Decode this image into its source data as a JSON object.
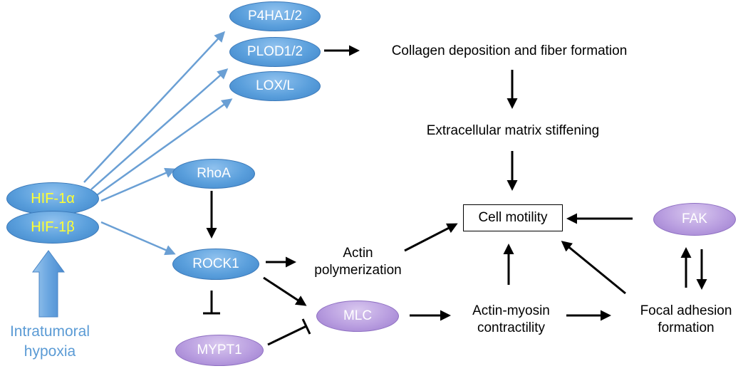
{
  "nodes": {
    "p4ha": "P4HA1/2",
    "plod": "PLOD1/2",
    "lox": "LOX/L",
    "rhoa": "RhoA",
    "rock1": "ROCK1",
    "mypt1": "MYPT1",
    "mlc": "MLC",
    "fak": "FAK",
    "hif1a": "HIF-1α",
    "hif1b": "HIF-1β"
  },
  "labels": {
    "collagen": "Collagen deposition and fiber formation",
    "ecm": "Extracellular matrix stiffening",
    "cell_motility": "Cell motility",
    "actin_poly_line1": "Actin",
    "actin_poly_line2": "polymerization",
    "actomyosin_line1": "Actin-myosin",
    "actomyosin_line2": "contractility",
    "focal_line1": "Focal adhesion",
    "focal_line2": "formation",
    "hypoxia_line1": "Intratumoral",
    "hypoxia_line2": "hypoxia"
  },
  "colors": {
    "blue_node": "#5a9fdc",
    "purple_node": "#b99ee0",
    "hif_text": "#ffff33",
    "hypoxia_text": "#5b9bd5",
    "blue_arrow": "#6a9fd4"
  }
}
